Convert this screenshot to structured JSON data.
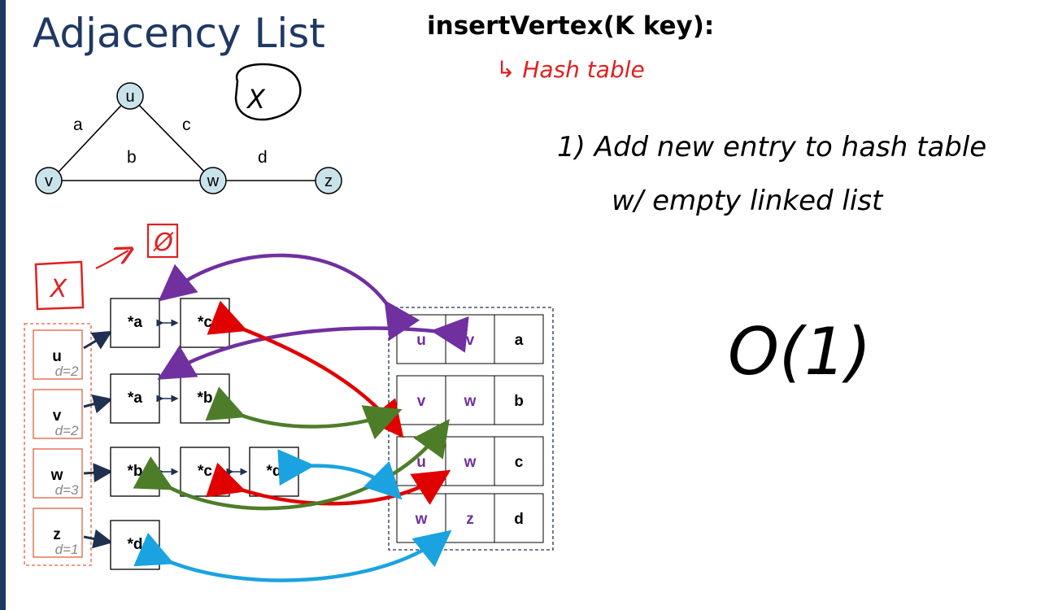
{
  "title": "Adjacency List",
  "function_signature": "insertVertex(K key):",
  "colors": {
    "title": "#1f3864",
    "vertex_fill": "#c9e3ea",
    "dashed_border": "#e06040",
    "purple": "#7030a0",
    "red": "#e00000",
    "green": "#4e7d2a",
    "blue": "#1aa3e0",
    "ink": "#000000",
    "annotation_red": "#e02020",
    "arrow_navy": "#1f3050"
  },
  "graph": {
    "vertices": [
      "u",
      "v",
      "w",
      "z"
    ],
    "edges": [
      {
        "label": "a",
        "from": "u",
        "to": "v"
      },
      {
        "label": "b",
        "from": "v",
        "to": "w"
      },
      {
        "label": "c",
        "from": "u",
        "to": "w"
      },
      {
        "label": "d",
        "from": "w",
        "to": "z"
      }
    ]
  },
  "vertex_table": [
    {
      "name": "u",
      "degree": "d=2",
      "list": [
        "*a",
        "*c"
      ]
    },
    {
      "name": "v",
      "degree": "d=2",
      "list": [
        "*a",
        "*b"
      ]
    },
    {
      "name": "w",
      "degree": "d=3",
      "list": [
        "*b",
        "*c",
        "*d"
      ]
    },
    {
      "name": "z",
      "degree": "d=1",
      "list": [
        "*d"
      ]
    }
  ],
  "edge_table": [
    {
      "from": "u",
      "to": "v",
      "edge": "a"
    },
    {
      "from": "v",
      "to": "w",
      "edge": "b"
    },
    {
      "from": "u",
      "to": "w",
      "edge": "c"
    },
    {
      "from": "w",
      "to": "z",
      "edge": "d"
    }
  ],
  "handwriting": {
    "hash_note": "↳ Hash table",
    "circled_mark": "X",
    "boxed_mark": "X",
    "empty_set": "Ø",
    "step_line1": "1) Add new entry to hash table",
    "step_line2": "w/ empty linked list",
    "complexity": "O(1)"
  }
}
